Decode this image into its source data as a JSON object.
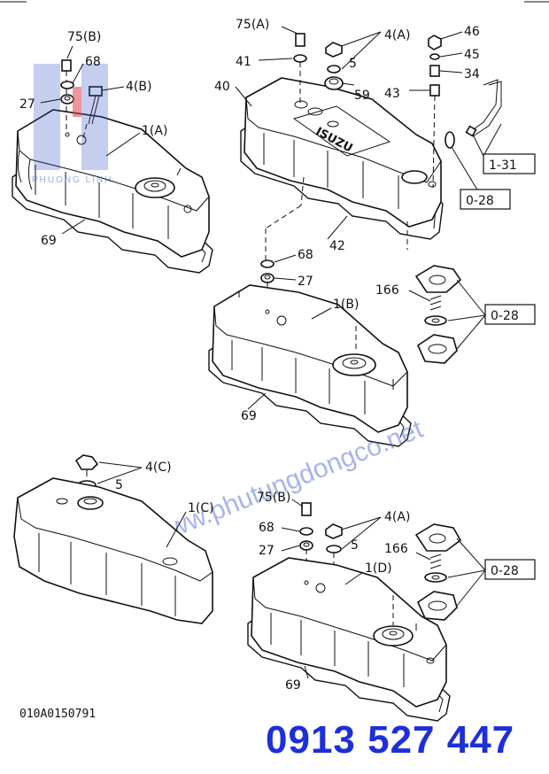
{
  "labels": {
    "tl_75b": "75(B)",
    "tl_68": "68",
    "tl_27": "27",
    "tl_4b": "4(B)",
    "tl_1a": "1(A)",
    "tl_69": "69",
    "tr_75a": "75(A)",
    "tr_41": "41",
    "tr_40": "40",
    "tr_4a": "4(A)",
    "tr_5": "5",
    "tr_59": "59",
    "tr_46": "46",
    "tr_45": "45",
    "tr_34": "34",
    "tr_43": "43",
    "tr_131": "1-31",
    "tr_028": "0-28",
    "tr_42": "42",
    "tr_isuzu": "ISUZU",
    "m_68": "68",
    "m_27": "27",
    "m_166": "166",
    "m_1b": "1(B)",
    "m_028": "0-28",
    "m_69": "69",
    "bl_4c": "4(C)",
    "bl_5": "5",
    "bl_1c": "1(C)",
    "br_75b": "75(B)",
    "br_68": "68",
    "br_27": "27",
    "br_4a": "4(A)",
    "br_5": "5",
    "br_166": "166",
    "br_1d": "1(D)",
    "br_028": "0-28",
    "br_69": "69"
  },
  "doc_id": "010A0150791",
  "phone": "0913 527 447",
  "watermark": {
    "url_text": "www.phutungdongco.net",
    "logo_sub": "PHUONG LINH"
  },
  "colors": {
    "phone": "#1d2fd8",
    "watermark": "#3b5bd6",
    "logo_red": "#e0404a"
  }
}
